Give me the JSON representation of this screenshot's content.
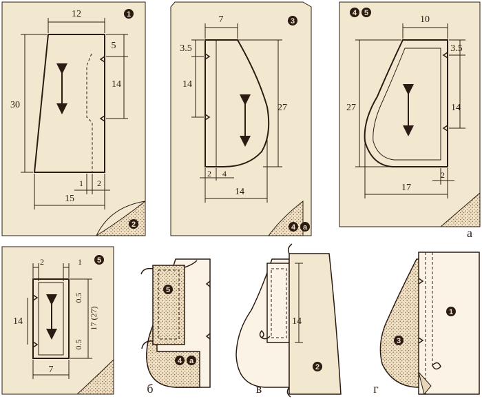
{
  "colors": {
    "paper": "#f2e7cf",
    "ink": "#2b1b12",
    "stipple": "#e7d6b7",
    "white": "#ffffff"
  },
  "panel1": {
    "badge_top": "1",
    "badge_bottom": "2",
    "dims": {
      "top": "12",
      "left": "30",
      "right_top": "5",
      "right_mid": "14",
      "bottom_small_1": "1",
      "bottom_small_2": "2",
      "bottom": "15"
    }
  },
  "panel2": {
    "badge_top": "3",
    "badge_bottom": "4",
    "badge_bottom_suffix": "а",
    "dims": {
      "top": "7",
      "left_top": "3.5",
      "left_mid": "14",
      "right": "27",
      "bottom_2": "2",
      "bottom_4": "4",
      "bottom": "14"
    }
  },
  "panel3": {
    "badge_a": "4",
    "badge_b": "5",
    "dims": {
      "top": "10",
      "right_top": "3.5",
      "right_mid": "14",
      "left": "27",
      "bottom_2": "2",
      "bottom": "17"
    },
    "corner_letter": "а"
  },
  "panel4": {
    "badge": "5",
    "dims": {
      "top_2": "2",
      "top_1": "1",
      "left": "14",
      "r_05_top": "0.5",
      "r_17": "17 (27)",
      "r_05_bot": "0.5",
      "bottom": "7"
    }
  },
  "step_b": {
    "label": "б",
    "badge_5": "5",
    "badge_4": "4",
    "badge_4_suffix": "а"
  },
  "step_v": {
    "label": "в",
    "dim": "14",
    "badge_2": "2"
  },
  "step_g": {
    "label": "г",
    "badge_1": "1",
    "badge_3": "3"
  }
}
